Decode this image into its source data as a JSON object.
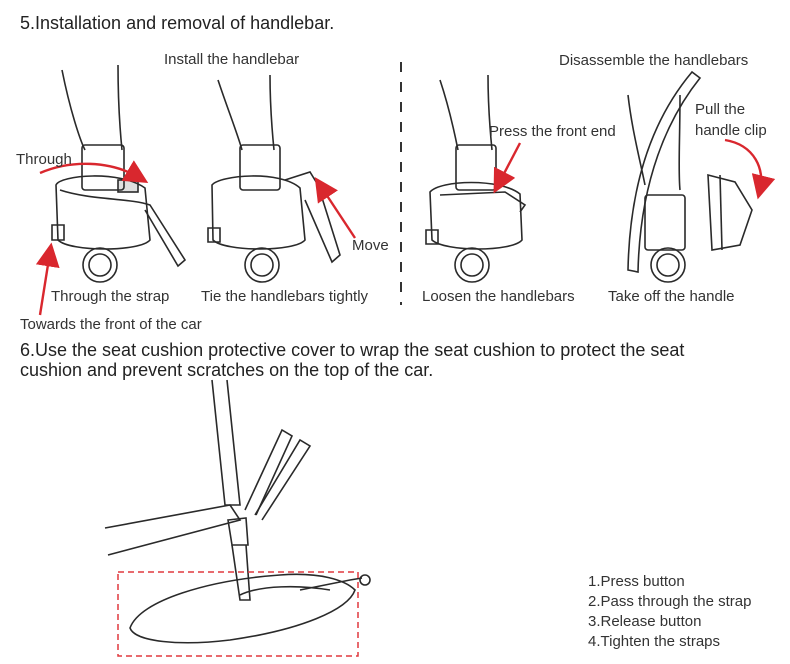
{
  "section5": {
    "heading": "5.Installation and removal of handlebar.",
    "install_title": "Install the handlebar",
    "disassemble_title": "Disassemble the handlebars",
    "labels": {
      "through": "Through",
      "move": "Move",
      "press_front_end": "Press the front end",
      "pull_line1": "Pull the",
      "pull_line2": "handle clip"
    },
    "captions": [
      "Through the strap",
      "Tie the handlebars tightly",
      "Loosen the handlebars",
      "Take off the handle"
    ],
    "towards_front": "Towards the front of the car"
  },
  "section6": {
    "heading_line1": "6.Use the seat cushion protective cover to wrap the seat cushion to protect the seat",
    "heading_line2": "cushion and prevent scratches on the top of the car.",
    "steps": [
      "1.Press button",
      "2.Pass through the strap",
      "3.Release button",
      "4.Tighten the straps"
    ]
  },
  "colors": {
    "arrow_red": "#d9272e",
    "line_art": "#2a2a2a",
    "dashed_box": "#e0393e"
  }
}
